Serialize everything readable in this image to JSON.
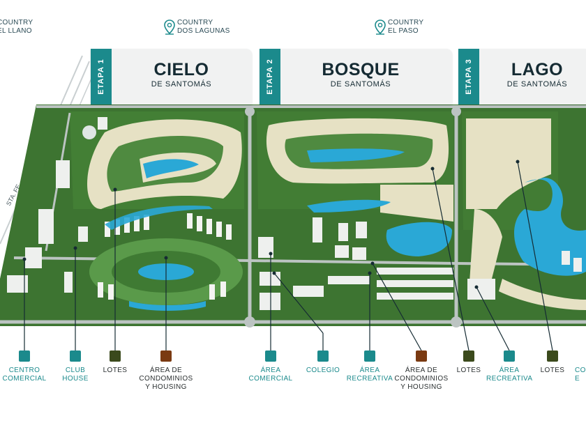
{
  "countries": [
    {
      "line1": "COUNTRY",
      "line2": "EL LLANO"
    },
    {
      "line1": "COUNTRY",
      "line2": "DOS LAGUNAS"
    },
    {
      "line1": "COUNTRY",
      "line2": "EL PASO"
    }
  ],
  "etapas": [
    {
      "tag": "ETAPA 1",
      "name": "CIELO",
      "sub": "DE SANTOMÁS"
    },
    {
      "tag": "ETAPA 2",
      "name": "BOSQUE",
      "sub": "DE SANTOMÁS"
    },
    {
      "tag": "ETAPA 3",
      "name": "LAGO",
      "sub": "DE SANTOMÁS"
    }
  ],
  "road_label": "STA. FE",
  "legend": [
    {
      "line1": "CENTRO",
      "line2": "COMERCIAL",
      "line3": "",
      "swatch": "#1b8a8c",
      "text_color": "teal"
    },
    {
      "line1": "CLUB",
      "line2": "HOUSE",
      "line3": "",
      "swatch": "#1b8a8c",
      "text_color": "teal"
    },
    {
      "line1": "LOTES",
      "line2": "",
      "line3": "",
      "swatch": "#3b4a1c",
      "text_color": "dark"
    },
    {
      "line1": "ÁREA DE",
      "line2": "CONDOMINIOS",
      "line3": "Y HOUSING",
      "swatch": "#7a3a12",
      "text_color": "dark"
    },
    {
      "line1": "ÁREA",
      "line2": "COMERCIAL",
      "line3": "",
      "swatch": "#1b8a8c",
      "text_color": "teal"
    },
    {
      "line1": "COLEGIO",
      "line2": "",
      "line3": "",
      "swatch": "#1b8a8c",
      "text_color": "teal"
    },
    {
      "line1": "ÁREA",
      "line2": "RECREATIVA",
      "line3": "",
      "swatch": "#1b8a8c",
      "text_color": "teal"
    },
    {
      "line1": "ÁREA DE",
      "line2": "CONDOMINIOS",
      "line3": "Y HOUSING",
      "swatch": "#7a3a12",
      "text_color": "dark"
    },
    {
      "line1": "LOTES",
      "line2": "",
      "line3": "",
      "swatch": "#3b4a1c",
      "text_color": "dark"
    },
    {
      "line1": "ÁREA",
      "line2": "RECREATIVA",
      "line3": "",
      "swatch": "#1b8a8c",
      "text_color": "teal"
    },
    {
      "line1": "LOTES",
      "line2": "",
      "line3": "",
      "swatch": "#3b4a1c",
      "text_color": "dark"
    }
  ],
  "cutoff_legend": {
    "line1": "CO",
    "line2": "E"
  },
  "colors": {
    "teal": "#1b8a8c",
    "brown": "#7a3a12",
    "olive": "#3b4a1c",
    "water": "#2aa8d6",
    "grass": "#3f7a33",
    "lots": "#e6e1c4"
  }
}
